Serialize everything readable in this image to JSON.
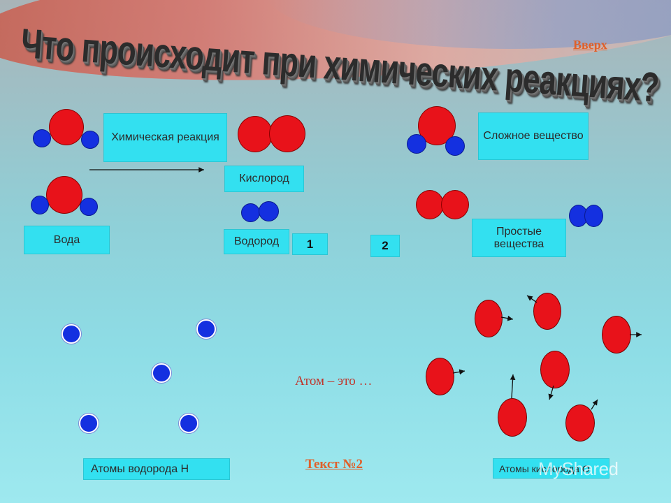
{
  "title": "Что происходит при химических реакциях?",
  "nav": {
    "up_link": "Вверх",
    "text_link": "Текст №2"
  },
  "reaction_panel": {
    "chemical_reaction": "Химическая реакция",
    "water": "Вода",
    "oxygen": "Кислород",
    "hydrogen": "Водород",
    "complex_substance": "Сложное вещество",
    "simple_substances": "Простые вещества",
    "step1": "1",
    "step2": "2"
  },
  "bottom": {
    "atom_caption": "Атом – это …",
    "hydrogen_atoms_label": "Атомы водорода Н",
    "oxygen_atoms_label": "Атомы кислорода О"
  },
  "watermark": "MyShared",
  "colors": {
    "oxygen_atom": "#e8121a",
    "hydrogen_atom": "#1430e0",
    "label_box": "#33e0f0",
    "link": "#e0602a"
  }
}
